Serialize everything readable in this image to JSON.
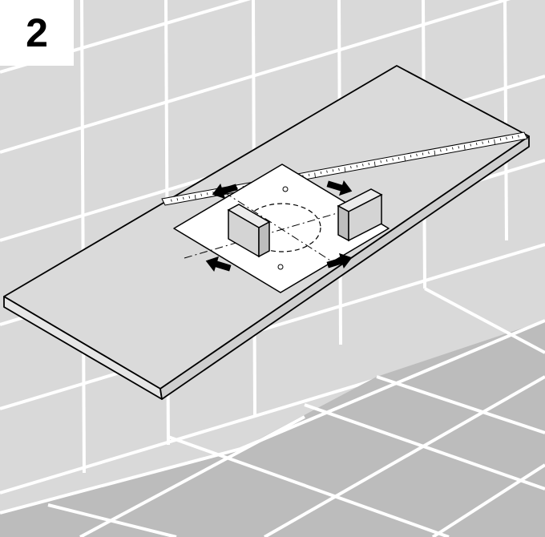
{
  "step": {
    "number": "2"
  },
  "colors": {
    "wall": "#d9d9d9",
    "floor": "#bcbcbc",
    "grout": "#ffffff",
    "counter_top": "#dadada",
    "counter_edge": "#e6e6e6",
    "template_sheet": "#ffffff",
    "block": "#d4d4d4",
    "block_face": "#ececec",
    "line": "#000000"
  },
  "icons": [
    "arrow-icon",
    "alignment-block",
    "measuring-tape",
    "cutout-template"
  ]
}
